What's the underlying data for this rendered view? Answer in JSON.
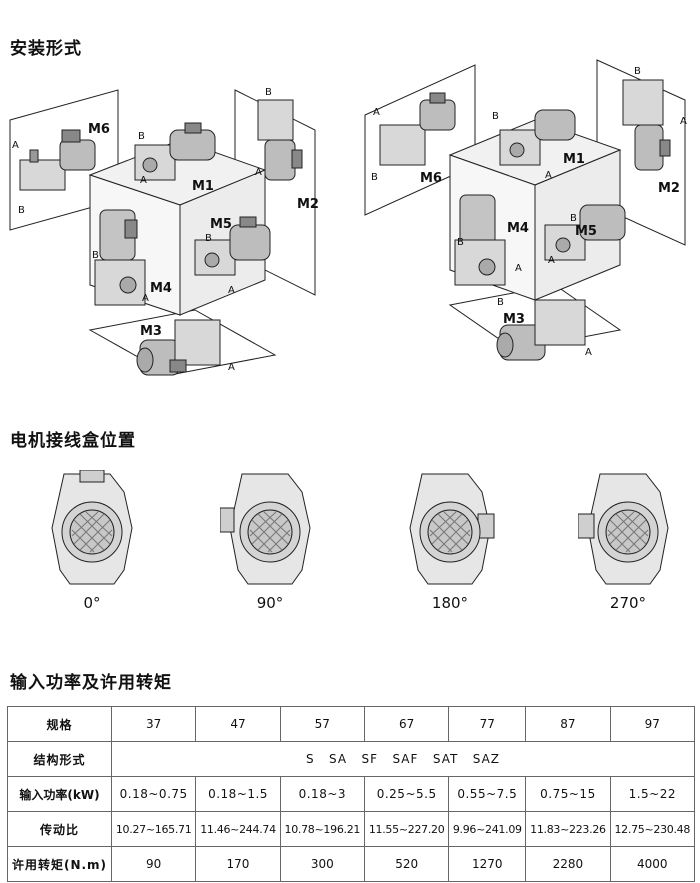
{
  "sections": {
    "mounting_title": "安装形式",
    "terminal_box_title": "电机接线盒位置",
    "power_torque_title": "输入功率及许用转矩"
  },
  "mounting": {
    "left": {
      "positions": [
        "M6",
        "M1",
        "M2",
        "M5",
        "M4",
        "M3"
      ],
      "letters": [
        "A",
        "B"
      ]
    },
    "right": {
      "positions": [
        "M1",
        "M6",
        "M2",
        "M4",
        "M5",
        "M3"
      ],
      "letters": [
        "A",
        "B"
      ]
    }
  },
  "terminal_box": {
    "angles": [
      "0°",
      "90°",
      "180°",
      "270°"
    ]
  },
  "table": {
    "row_headers": [
      "规格",
      "结构形式",
      "输入功率(kW)",
      "传动比",
      "许用转矩(N.m)"
    ],
    "sizes": [
      "37",
      "47",
      "57",
      "67",
      "77",
      "87",
      "97"
    ],
    "structure": "S   SA   SF   SAF   SAT   SAZ",
    "power": [
      "0.18~0.75",
      "0.18~1.5",
      "0.18~3",
      "0.25~5.5",
      "0.55~7.5",
      "0.75~15",
      "1.5~22"
    ],
    "ratio": [
      "10.27~165.71",
      "11.46~244.74",
      "10.78~196.21",
      "11.55~227.20",
      "9.96~241.09",
      "11.83~223.26",
      "12.75~230.48"
    ],
    "torque": [
      "90",
      "170",
      "300",
      "520",
      "1270",
      "2280",
      "4000"
    ]
  }
}
